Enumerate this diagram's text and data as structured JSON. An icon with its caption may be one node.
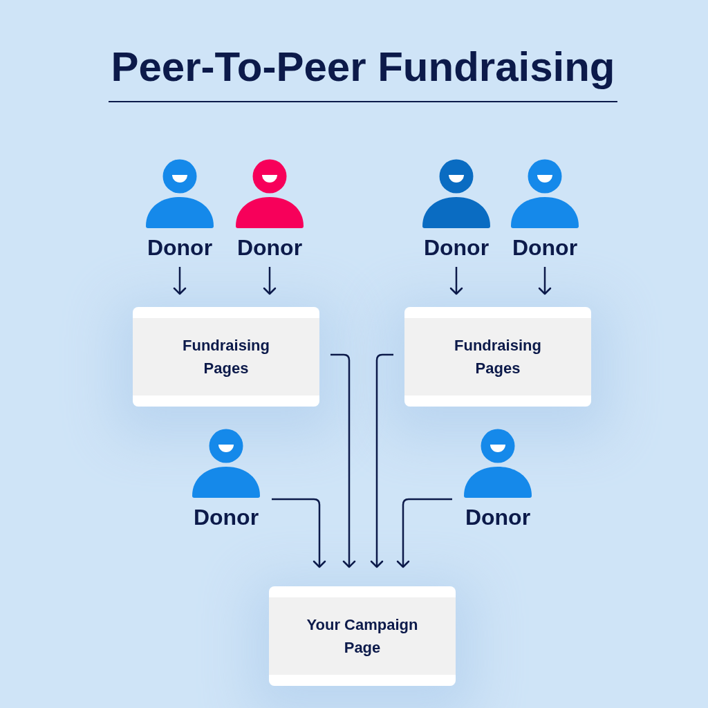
{
  "diagram": {
    "title": "Peer-To-Peer Fundraising",
    "nodes": [
      {
        "text": [
          "Donor"
        ]
      },
      {
        "text": [
          "Donor"
        ]
      },
      {
        "text": [
          "Donor"
        ]
      },
      {
        "text": [
          "Donor"
        ]
      },
      {
        "text": [
          "Fundraising Pages"
        ]
      },
      {
        "text": [
          "Fundraising Pages"
        ]
      },
      {
        "text": [
          "Donor"
        ]
      },
      {
        "text": [
          "Donor"
        ]
      },
      {
        "text": [
          "Your Campaign Page"
        ]
      }
    ],
    "edges": [
      {
        "from": 0,
        "to": 4,
        "arrow": "to"
      },
      {
        "from": 1,
        "to": 4,
        "arrow": "to"
      },
      {
        "from": 2,
        "to": 5,
        "arrow": "to"
      },
      {
        "from": 3,
        "to": 5,
        "arrow": "to"
      },
      {
        "from": 4,
        "to": 8,
        "arrow": "to"
      },
      {
        "from": 5,
        "to": 8,
        "arrow": "to"
      },
      {
        "from": 6,
        "to": 8,
        "arrow": "to"
      },
      {
        "from": 7,
        "to": 8,
        "arrow": "to"
      }
    ]
  }
}
